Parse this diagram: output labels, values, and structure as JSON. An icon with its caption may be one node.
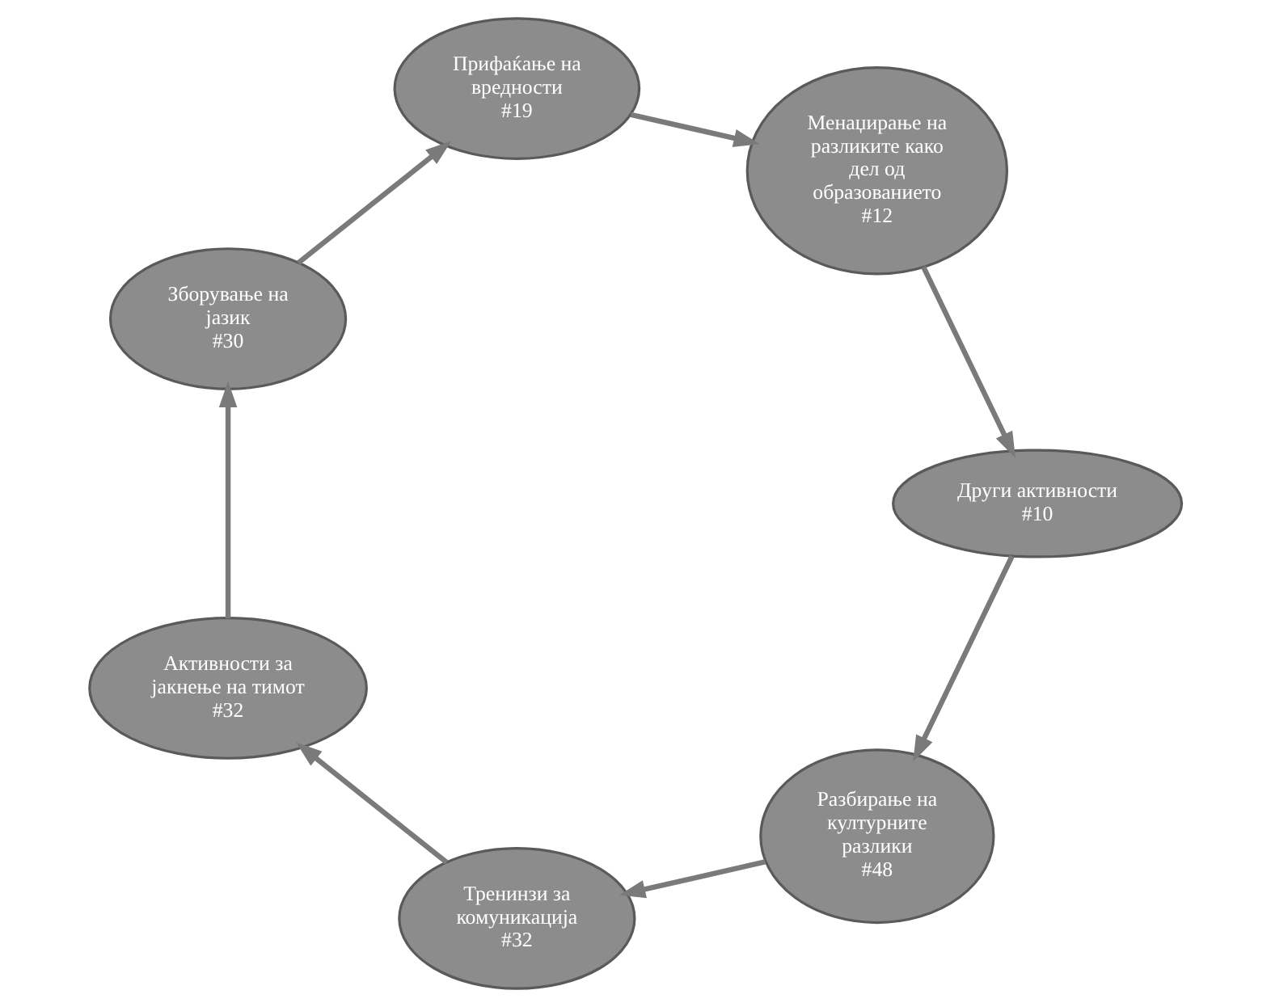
{
  "diagram": {
    "nodes": [
      {
        "text": [
          "Разбирање на културните разлики",
          "#48"
        ]
      },
      {
        "text": [
          "Тренинзи за комуникација",
          "#32"
        ]
      },
      {
        "text": [
          "Активности за јакнење на тимот",
          "#32"
        ]
      },
      {
        "text": [
          "Зборување на јазик",
          "#30"
        ]
      },
      {
        "text": [
          "Прифаќање на вредности",
          "#19"
        ]
      },
      {
        "text": [
          "Менаџирање на разликите како дел од образованието",
          "#12"
        ]
      },
      {
        "text": [
          "Други активности",
          "#10"
        ]
      }
    ],
    "edges": [
      {
        "from": 0,
        "to": 1,
        "arrow": "to"
      },
      {
        "from": 1,
        "to": 2,
        "arrow": "to"
      },
      {
        "from": 2,
        "to": 3,
        "arrow": "to"
      },
      {
        "from": 3,
        "to": 4,
        "arrow": "to"
      },
      {
        "from": 4,
        "to": 5,
        "arrow": "to"
      },
      {
        "from": 5,
        "to": 6,
        "arrow": "to"
      },
      {
        "from": 6,
        "to": 0,
        "arrow": "to"
      }
    ]
  }
}
